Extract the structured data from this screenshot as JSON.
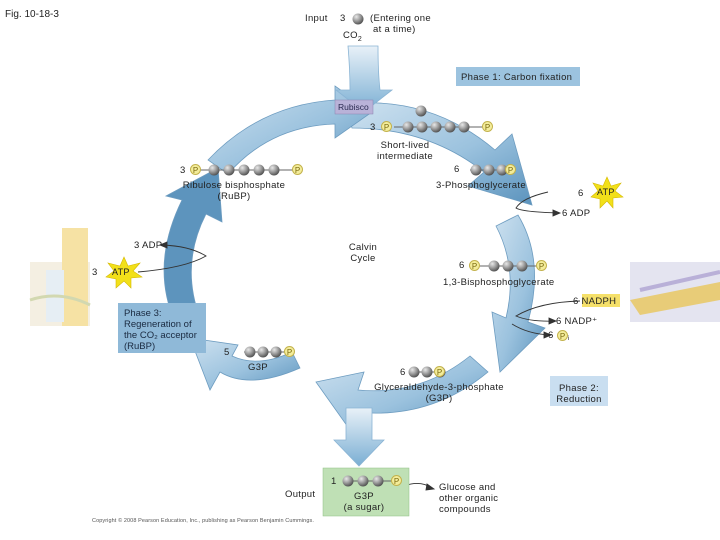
{
  "figure_label": "Fig. 10-18-3",
  "input": {
    "label": "Input",
    "count": "3",
    "molecule": "CO",
    "subscript": "2",
    "note_line1": "(Entering one",
    "note_line2": "at a time)"
  },
  "phase1": "Phase 1: Carbon fixation",
  "rubisco": "Rubisco",
  "intermediate": {
    "count": "3",
    "label_line1": "Short-lived",
    "label_line2": "intermediate"
  },
  "rubp": {
    "count": "3",
    "label_line1": "Ribulose bisphosphate",
    "label_line2": "(RuBP)"
  },
  "pga": {
    "count": "6",
    "label": "3-Phosphoglycerate"
  },
  "atp_phase2": {
    "count": "6",
    "label": "ATP"
  },
  "adp_phase2": "6 ADP",
  "adp_phase3": "3 ADP",
  "atp_phase3": {
    "count": "3",
    "label": "ATP"
  },
  "calvin": {
    "line1": "Calvin",
    "line2": "Cycle"
  },
  "bpg": {
    "count": "6",
    "label": "1,3-Bisphosphoglycerate"
  },
  "nadph": "6 NADPH",
  "nadp": "6 NADP⁺",
  "pi": {
    "count": "6",
    "label": "P",
    "subscript": "i"
  },
  "phase3": {
    "line1": "Phase 3:",
    "line2": "Regeneration of",
    "line3": "the CO₂ acceptor",
    "line4": "(RuBP)"
  },
  "g3p_recycle": {
    "count": "5",
    "label": "G3P"
  },
  "g3p_main": {
    "count": "6",
    "label_line1": "Glyceraldehyde-3-phosphate",
    "label_line2": "(G3P)"
  },
  "phase2": {
    "line1": "Phase 2:",
    "line2": "Reduction"
  },
  "output": {
    "label": "Output",
    "count": "1",
    "name_line1": "G3P",
    "name_line2": "(a sugar)"
  },
  "glucose": {
    "line1": "Glucose and",
    "line2": "other organic",
    "line3": "compounds"
  },
  "phosphate_symbol": "P",
  "copyright": "Copyright © 2008 Pearson Education, Inc., publishing as Pearson Benjamin Cummings.",
  "colors": {
    "arrow_blue": "#9fc5df",
    "arrow_dark": "#4a87b3",
    "phase_box": "#8fb9d8",
    "atp_star": "#f2e01a",
    "nadph_box": "#f5e06a",
    "output_box": "#bfe0b5",
    "phosphate": "#f3ec9a",
    "carbon": "#8a8a8a"
  }
}
